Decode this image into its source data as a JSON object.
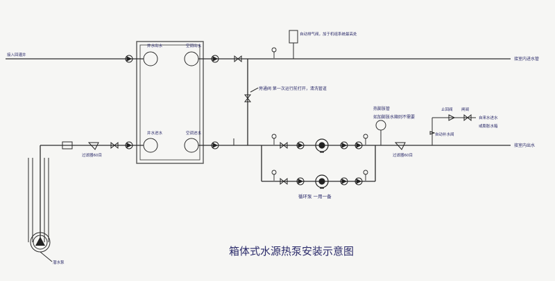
{
  "diagram": {
    "title": "箱体式水源热泵安装示意图",
    "colors": {
      "ink": "#2a2a2a",
      "label": "#2b2b6a",
      "paper": "#f6f6f4",
      "exchanger": "#555555"
    },
    "labels": {
      "well_inlet": "接入回灌井",
      "source_supply": "井水出水",
      "source_return": "井水进水",
      "ac_supply": "空调出水",
      "ac_return": "空调进水",
      "auto_vent": "自动排气阀，加于机组系统最高处",
      "room_supply": "接室内进水管",
      "bypass": "旁通阀  第一次运行前打开，清洗管道",
      "expansion_tank": "热膨胀管",
      "expansion_note": "如加膨胀水箱则不需要",
      "main_valve": "止回阀",
      "gate_valve": "闸阀",
      "makeup_water": "自来水进水",
      "makeup_water_2": "或膨胀水箱",
      "auto_makeup": "自动补水阀",
      "room_return": "接室内出水",
      "filter_1": "过滤器60目",
      "filter_2": "过滤器60目",
      "circ_pump": "循环泵   一用一备",
      "deep_well": "潜水泵"
    }
  }
}
